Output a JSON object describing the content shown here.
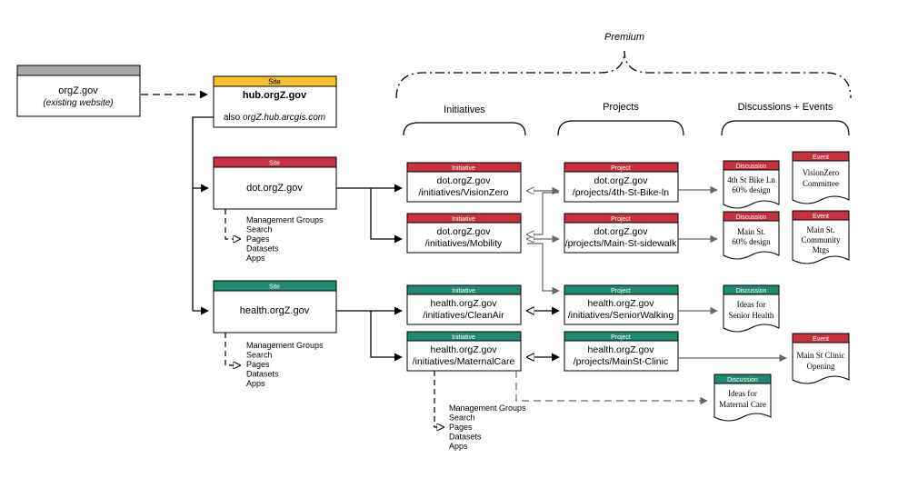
{
  "premium": {
    "label": "Premium"
  },
  "columns": {
    "initiatives": "Initiatives",
    "projects": "Projects",
    "discussions_events": "Discussions + Events"
  },
  "existing": {
    "title": "orgZ.gov",
    "subtitle": "(existing website)"
  },
  "hub": {
    "tag": "Site",
    "title": "hub.orgZ.gov",
    "also_prefix": "also ",
    "also_url": "orgZ.hub.arcgis.com"
  },
  "sites": {
    "dot": {
      "tag": "Site",
      "title": "dot.orgZ.gov"
    },
    "health": {
      "tag": "Site",
      "title": "health.orgZ.gov"
    }
  },
  "initiatives": {
    "visionzero": {
      "tag": "Initiative",
      "line1": "dot.orgZ.gov",
      "line2": "/initiatives/VisionZero"
    },
    "mobility": {
      "tag": "Initiative",
      "line1": "dot.orgZ.gov",
      "line2": "/initiatives/Mobility"
    },
    "cleanair": {
      "tag": "Initiative",
      "line1": "health.orgZ.gov",
      "line2": "/initiatives/CleanAir"
    },
    "maternalcare": {
      "tag": "Initiative",
      "line1": "health.orgZ.gov",
      "line2": "/initiatives/MaternalCare"
    }
  },
  "projects": {
    "bikeln": {
      "tag": "Project",
      "line1": "dot.orgZ.gov",
      "line2": "/projects/4th-St-Bike-ln"
    },
    "sidewalk": {
      "tag": "Project",
      "line1": "dot.orgZ.gov",
      "line2": "/projects/Main-St-sidewalk"
    },
    "seniorwalking": {
      "tag": "Project",
      "line1": "health.orgZ.gov",
      "line2": "/initiatives/SeniorWalking"
    },
    "clinic": {
      "tag": "Project",
      "line1": "health.orgZ.gov",
      "line2": "/projects/MainSt-Clinic"
    }
  },
  "docs": {
    "bike_design": {
      "tag": "Discussion",
      "line1": "4th St Bike Ln",
      "line2": "60% design"
    },
    "main_design": {
      "tag": "Discussion",
      "line1": "Main St.",
      "line2": "60% design"
    },
    "senior_health": {
      "tag": "Discussion",
      "line1": "Ideas for",
      "line2": "Senior Health"
    },
    "maternal": {
      "tag": "Discussion",
      "line1": "Ideas for",
      "line2": "Maternal Care"
    },
    "visionzero_committee": {
      "tag": "Event",
      "line1": "VisionZero",
      "line2": "Committee"
    },
    "community_mtgs": {
      "tag": "Event",
      "line1": "Main St.",
      "line2": "Community",
      "line3": "Mtgs"
    },
    "clinic_opening": {
      "tag": "Event",
      "line1": "Main St Clinic",
      "line2": "Opening"
    }
  },
  "groups": {
    "dot": [
      "Management Groups",
      "Search",
      "Pages",
      "Datasets",
      "Apps"
    ],
    "health": [
      "Management Groups",
      "Search",
      "Pages",
      "Datasets",
      "Apps"
    ],
    "maternal": [
      "Management Groups",
      "Search",
      "Pages",
      "Datasets",
      "Apps"
    ]
  },
  "colors": {
    "red": "#c8303f",
    "teal": "#1f8a70",
    "yellow": "#f6c12e",
    "gray": "#a6a6a6",
    "connector": "#666666"
  }
}
